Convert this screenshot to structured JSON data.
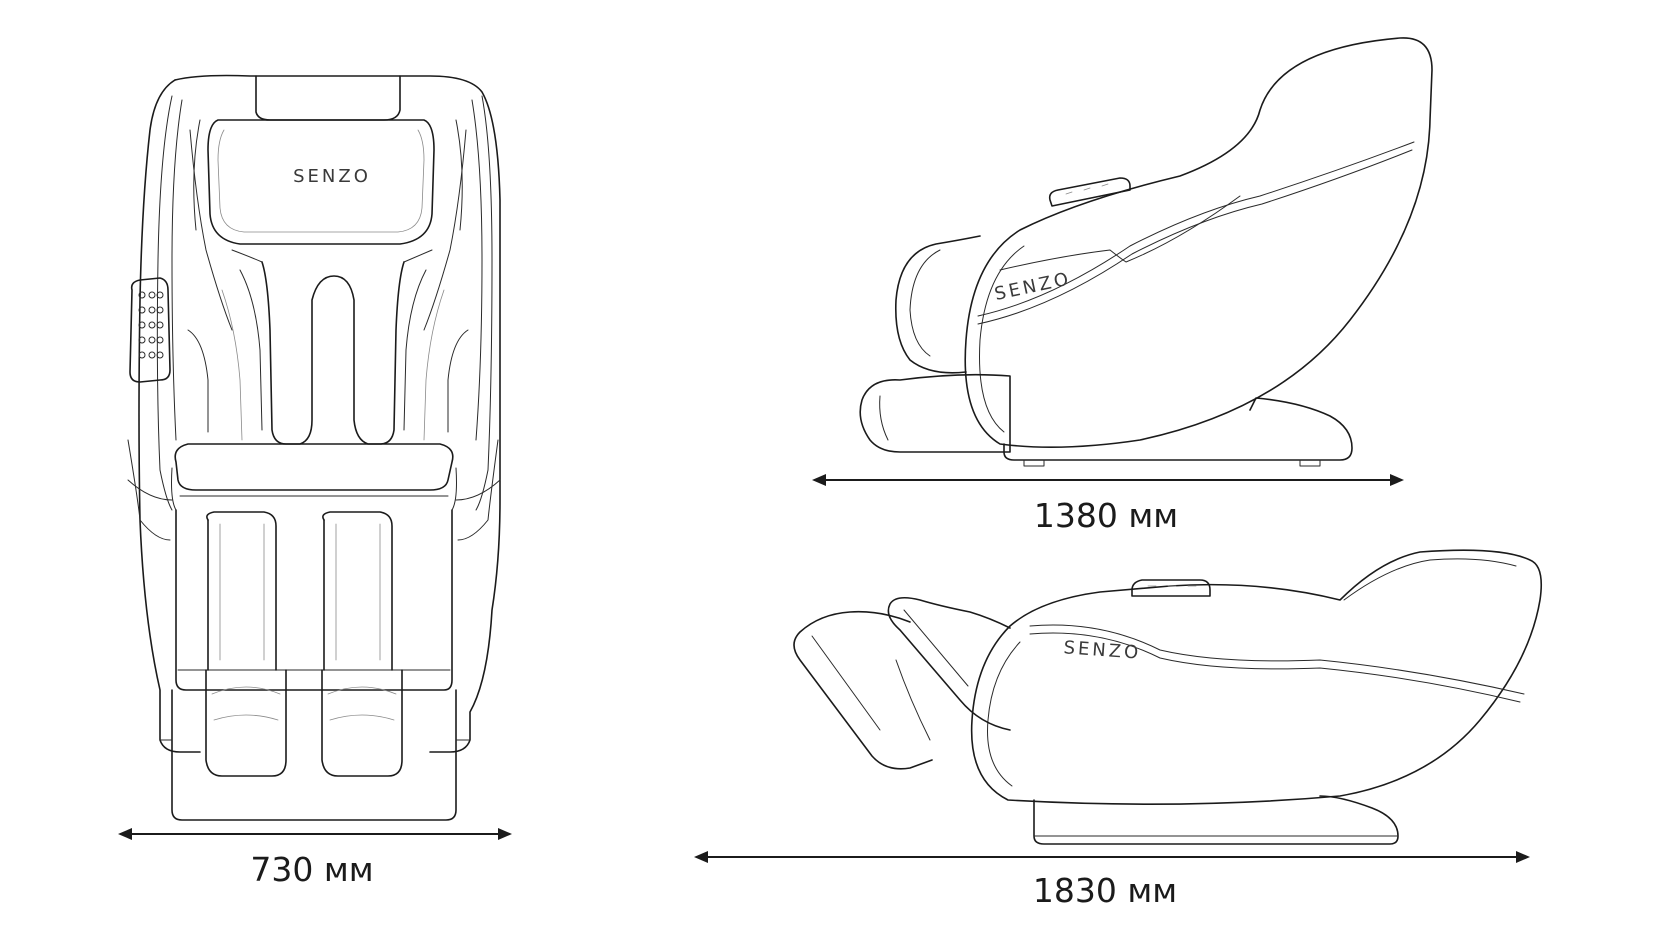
{
  "brand": {
    "logo_front": "SENZO",
    "logo_side_upright": "SENZO",
    "logo_side_reclined": "SENZO"
  },
  "dimensions": {
    "width_label": "730 мм",
    "upright_length_label": "1380 мм",
    "reclined_length_label": "1830 мм"
  }
}
